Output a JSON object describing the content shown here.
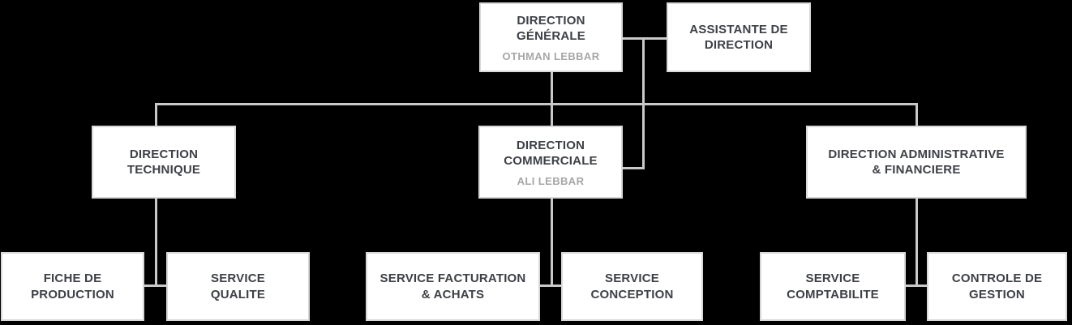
{
  "org_chart": {
    "colors": {
      "background": "#000000",
      "box_fill": "#ffffff",
      "box_border": "#d8d8d8",
      "connector": "#c9c9c9",
      "title_text": "#3d4046",
      "person_text": "#a6a6a8"
    },
    "nodes": {
      "direction_generale": {
        "title": "DIRECTION\nGÉNÉRALE",
        "person": "OTHMAN LEBBAR"
      },
      "assistante_direction": {
        "title": "ASSISTANTE DE\nDIRECTION"
      },
      "direction_technique": {
        "title": "DIRECTION\nTECHNIQUE"
      },
      "direction_commerciale": {
        "title": "DIRECTION\nCOMMERCIALE",
        "person": "ALI LEBBAR"
      },
      "direction_admin_financiere": {
        "title": "DIRECTION ADMINISTRATIVE\n& FINANCIERE"
      },
      "fiche_production": {
        "title": "FICHE DE\nPRODUCTION"
      },
      "service_qualite": {
        "title": "SERVICE\nQUALITE"
      },
      "service_facturation_achats": {
        "title": "SERVICE FACTURATION\n& ACHATS"
      },
      "service_conception": {
        "title": "SERVICE\nCONCEPTION"
      },
      "service_comptabilite": {
        "title": "SERVICE\nCOMPTABILITE"
      },
      "controle_gestion": {
        "title": "CONTROLE DE\nGESTION"
      }
    },
    "edges": [
      {
        "from": "direction_generale",
        "to": "assistante_direction",
        "type": "lateral"
      },
      {
        "from": "direction_generale",
        "to": "direction_technique",
        "type": "hierarchy"
      },
      {
        "from": "direction_generale",
        "to": "direction_commerciale",
        "type": "hierarchy"
      },
      {
        "from": "direction_generale",
        "to": "direction_admin_financiere",
        "type": "hierarchy"
      },
      {
        "from": "direction_technique",
        "to": "fiche_production",
        "type": "hierarchy"
      },
      {
        "from": "direction_technique",
        "to": "service_qualite",
        "type": "hierarchy"
      },
      {
        "from": "direction_commerciale",
        "to": "service_facturation_achats",
        "type": "hierarchy"
      },
      {
        "from": "direction_commerciale",
        "to": "service_conception",
        "type": "hierarchy"
      },
      {
        "from": "direction_admin_financiere",
        "to": "service_comptabilite",
        "type": "hierarchy"
      },
      {
        "from": "direction_admin_financiere",
        "to": "controle_gestion",
        "type": "hierarchy"
      }
    ]
  }
}
